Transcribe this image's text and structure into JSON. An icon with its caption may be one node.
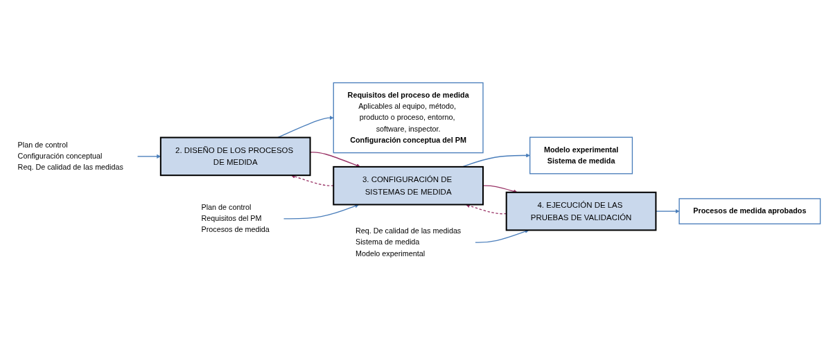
{
  "diagram": {
    "nodes": [
      {
        "text": [
          "Plan de control",
          "Configuración conceptual",
          "Req. De calidad de las medidas"
        ]
      },
      {
        "text": [
          "2. DISEÑO DE LOS PROCESOS DE MEDIDA"
        ]
      },
      {
        "text": [
          "Requisitos del proceso de medida",
          "Aplicables al equipo, método, producto o proceso, entorno, software, inspector.",
          "Configuración conceptua del PM"
        ]
      },
      {
        "text": [
          "Plan de control",
          "Requisitos del PM",
          "Procesos de medida"
        ]
      },
      {
        "text": [
          "3. CONFIGURACIÓN DE SISTEMAS DE MEDIDA"
        ]
      },
      {
        "text": [
          "Modelo experimental",
          "Sistema de medida"
        ]
      },
      {
        "text": [
          "Req. De calidad de las medidas",
          "Sistema de medida",
          "Modelo experimental"
        ]
      },
      {
        "text": [
          "4. EJECUCIÓN DE LAS PRUEBAS DE VALIDACIÓN"
        ]
      },
      {
        "text": [
          "Procesos de medida aprobados"
        ]
      }
    ],
    "edges": [
      {
        "from": 0,
        "to": 1,
        "arrow": "to"
      },
      {
        "from": 1,
        "to": 2,
        "arrow": "to"
      },
      {
        "from": 1,
        "to": 4,
        "arrow": "to",
        "color": "#993366"
      },
      {
        "from": 4,
        "to": 1,
        "arrow": "to",
        "style": "dashed",
        "color": "#993366"
      },
      {
        "from": 3,
        "to": 4,
        "arrow": "to"
      },
      {
        "from": 4,
        "to": 5,
        "arrow": "to"
      },
      {
        "from": 4,
        "to": 7,
        "arrow": "to",
        "color": "#993366"
      },
      {
        "from": 7,
        "to": 4,
        "arrow": "to",
        "style": "dashed",
        "color": "#993366"
      },
      {
        "from": 6,
        "to": 7,
        "arrow": "to"
      },
      {
        "from": 7,
        "to": 8,
        "arrow": "to"
      }
    ]
  }
}
